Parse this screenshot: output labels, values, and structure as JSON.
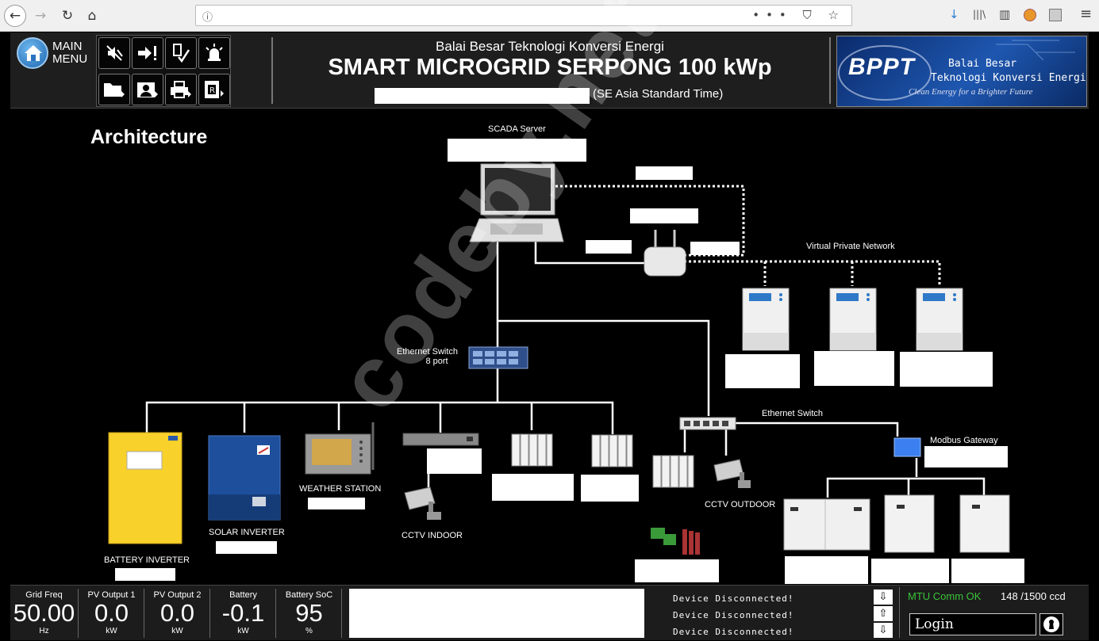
{
  "browser": {
    "back_glyph": "←",
    "forward_glyph": "→",
    "reload_glyph": "↻",
    "home_glyph": "⌂",
    "info_glyph": "ⓘ",
    "url_tools": "••• ⛉ ☆",
    "download_glyph": "↓",
    "library_glyph": "|||\\",
    "sidebar_glyph": "▥",
    "menu_glyph": "≡"
  },
  "header": {
    "main_menu_line1": "MAIN",
    "main_menu_line2": "MENU",
    "org_name": "Balai Besar Teknologi Konversi Energi",
    "title": "SMART MICROGRID SERPONG 100 kWp",
    "timezone": "(SE Asia Standard Time)",
    "logo_brand": "BPPT",
    "logo_org_line1": "Balai Besar",
    "logo_org_line2": "Teknologi Konversi Energi",
    "logo_slogan": "Clean Energy for a Brighter Future",
    "icons": {
      "mute": "🔇",
      "export": "→!",
      "ack": "✓",
      "alarm": "🔔",
      "folder": "📁",
      "user": "👤",
      "printer": "🖶",
      "report": "R"
    }
  },
  "diagram": {
    "title": "Architecture",
    "labels": {
      "scada_server": "SCADA Server",
      "vpn": "Virtual Private Network",
      "ethernet_switch_8port_line1": "Ethernet Switch",
      "ethernet_switch_8port_line2": "8 port",
      "ethernet_switch": "Ethernet Switch",
      "modbus_gateway": "Modbus Gateway",
      "weather_station": "WEATHER STATION",
      "solar_inverter": "SOLAR INVERTER",
      "battery_inverter": "BATTERY INVERTER",
      "cctv_indoor": "CCTV INDOOR",
      "cctv_outdoor": "CCTV OUTDOOR"
    },
    "watermark": "codeby.net"
  },
  "status": {
    "gauges": [
      {
        "title": "Grid Freq",
        "value": "50.00",
        "unit": "Hz"
      },
      {
        "title": "PV Output 1",
        "value": "0.0",
        "unit": "kW"
      },
      {
        "title": "PV Output 2",
        "value": "0.0",
        "unit": "kW"
      },
      {
        "title": "Battery",
        "value": "-0.1",
        "unit": "kW"
      },
      {
        "title": "Battery SoC",
        "value": "95",
        "unit": "%"
      }
    ],
    "events": [
      "Device Disconnected!",
      "Device Disconnected!",
      "Device Disconnected!"
    ],
    "scroll_down": "⇩",
    "scroll_up": "⇧",
    "mtu_status": "MTU Comm OK",
    "mtu_count": "148  /1500 ccd",
    "login_label": "Login"
  }
}
